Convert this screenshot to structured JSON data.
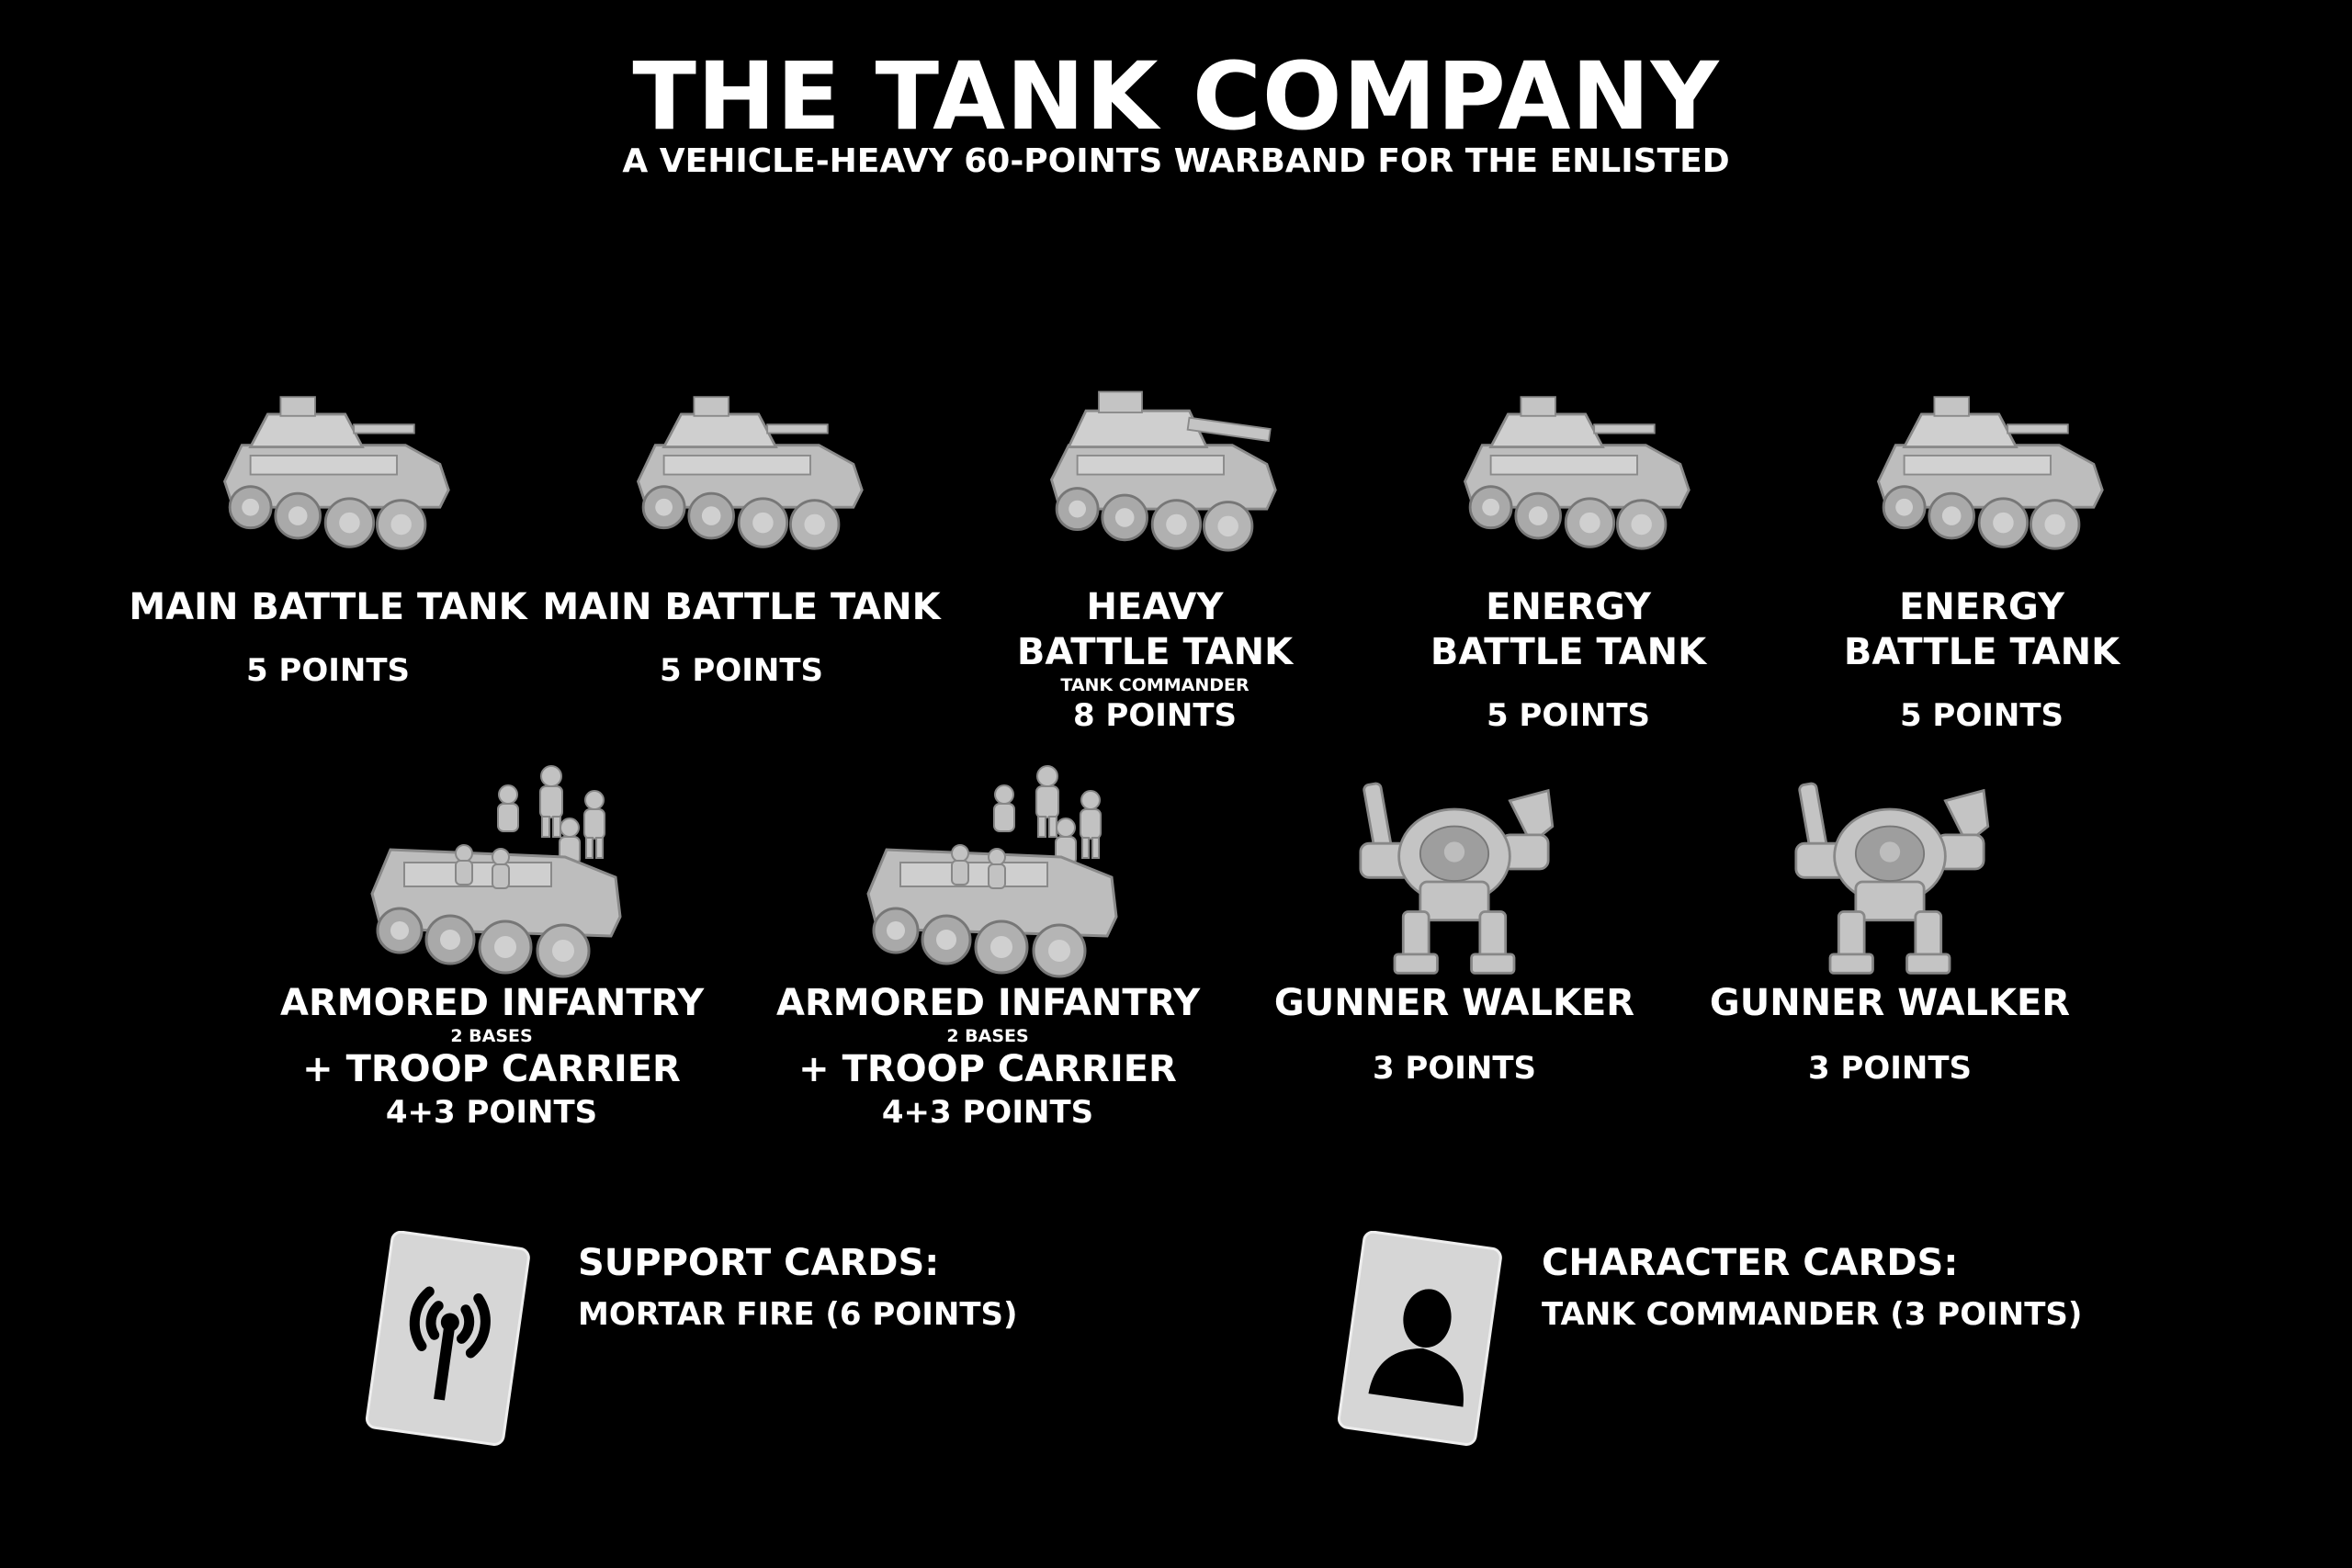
{
  "header": {
    "title": "THE TANK COMPANY",
    "subtitle": "A VEHICLE-HEAVY 60-POINTS WARBAND FOR THE ENLISTED"
  },
  "units_row1": [
    {
      "name": "MAIN BATTLE TANK",
      "points": "5 POINTS",
      "icon": "tank-miniature"
    },
    {
      "name": "MAIN BATTLE TANK",
      "points": "5 POINTS",
      "icon": "tank-miniature"
    },
    {
      "name_line1": "HEAVY",
      "name_line2": "BATTLE TANK",
      "role": "TANK COMMANDER",
      "points": "8 POINTS",
      "icon": "heavy-tank-miniature"
    },
    {
      "name_line1": "ENERGY",
      "name_line2": "BATTLE TANK",
      "points": "5 POINTS",
      "icon": "tank-miniature"
    },
    {
      "name_line1": "ENERGY",
      "name_line2": "BATTLE TANK",
      "points": "5 POINTS",
      "icon": "tank-miniature"
    }
  ],
  "units_row2": [
    {
      "name": "ARMORED INFANTRY",
      "bases": "2 BASES",
      "carrier": "+ TROOP CARRIER",
      "points": "4+3 POINTS",
      "icon": "troop-carrier-with-infantry-miniature"
    },
    {
      "name": "ARMORED INFANTRY",
      "bases": "2 BASES",
      "carrier": "+ TROOP CARRIER",
      "points": "4+3 POINTS",
      "icon": "troop-carrier-with-infantry-miniature"
    },
    {
      "name": "GUNNER WALKER",
      "points": "3 POINTS",
      "icon": "walker-mech-miniature"
    },
    {
      "name": "GUNNER WALKER",
      "points": "3 POINTS",
      "icon": "walker-mech-miniature"
    }
  ],
  "support_cards": {
    "title": "SUPPORT CARDS:",
    "items": [
      "MORTAR FIRE (6 POINTS)"
    ],
    "icon": "radio-antenna-card-icon"
  },
  "character_cards": {
    "title": "CHARACTER CARDS:",
    "items": [
      "TANK COMMANDER (3 POINTS)"
    ],
    "icon": "person-silhouette-card-icon"
  },
  "colors": {
    "background": "#000000",
    "text": "#ffffff",
    "miniature": "#c9c9c9",
    "card": "#d6d6d6"
  }
}
